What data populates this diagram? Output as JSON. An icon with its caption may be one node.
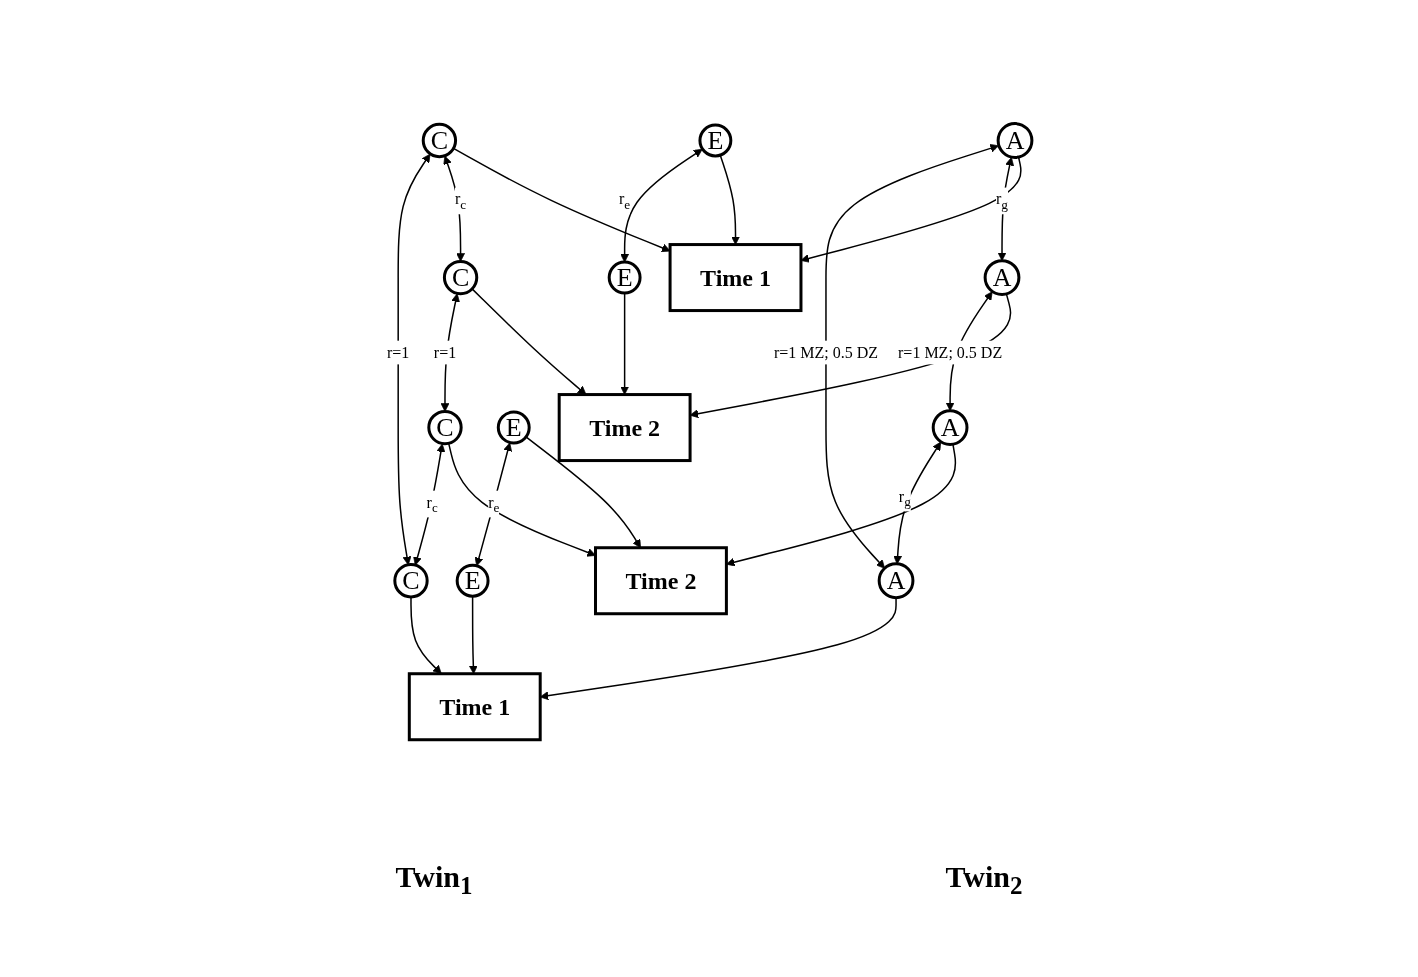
{
  "diagram": {
    "nodes": [
      {
        "text": [
          "A"
        ]
      },
      {
        "text": [
          "C"
        ]
      },
      {
        "text": [
          "E"
        ]
      },
      {
        "text": [
          "E"
        ]
      },
      {
        "text": [
          "C"
        ]
      },
      {
        "text": [
          "A"
        ]
      },
      {
        "text": [
          "A"
        ]
      },
      {
        "text": [
          "C"
        ]
      },
      {
        "text": [
          "E"
        ]
      },
      {
        "text": [
          "E"
        ]
      },
      {
        "text": [
          "C"
        ]
      },
      {
        "text": [
          "A"
        ]
      },
      {
        "text": [
          "Time 1"
        ]
      },
      {
        "text": [
          "Time 2"
        ]
      },
      {
        "text": [
          "Time 2"
        ]
      },
      {
        "text": [
          "Time 1"
        ]
      }
    ],
    "edges": [
      {
        "from": 0,
        "to": 11,
        "arrow": "both",
        "label": "r=1 MZ; 0.5 DZ"
      },
      {
        "from": 1,
        "to": 10,
        "arrow": "both",
        "label": "r=1"
      },
      {
        "from": 0,
        "to": 5,
        "arrow": "both",
        "label": "r$_{g}$"
      },
      {
        "from": 1,
        "to": 4,
        "arrow": "both",
        "label": "r$_{c}$"
      },
      {
        "from": 2,
        "to": 3,
        "arrow": "both",
        "label": "r$_{e}$"
      },
      {
        "from": 4,
        "to": 7,
        "arrow": "both",
        "label": "r=1"
      },
      {
        "from": 5,
        "to": 6,
        "arrow": "both",
        "label": "r=1 MZ; 0.5 DZ"
      },
      {
        "from": 6,
        "to": 11,
        "arrow": "both",
        "label": "r$_{g}$"
      },
      {
        "from": 7,
        "to": 10,
        "arrow": "both",
        "label": "r$_{c}$"
      },
      {
        "from": 8,
        "to": 9,
        "arrow": "both",
        "label": "r$_{e}$"
      },
      {
        "from": 0,
        "to": 12,
        "arrow": "to"
      },
      {
        "from": 1,
        "to": 12,
        "arrow": "to"
      },
      {
        "from": 2,
        "to": 12,
        "arrow": "to"
      },
      {
        "from": 3,
        "to": 13,
        "arrow": "to"
      },
      {
        "from": 4,
        "to": 13,
        "arrow": "to"
      },
      {
        "from": 5,
        "to": 13,
        "arrow": "to"
      },
      {
        "from": 6,
        "to": 14,
        "arrow": "to"
      },
      {
        "from": 7,
        "to": 14,
        "arrow": "to"
      },
      {
        "from": 8,
        "to": 14,
        "arrow": "to"
      },
      {
        "from": 9,
        "to": 15,
        "arrow": "to"
      },
      {
        "from": 10,
        "to": 15,
        "arrow": "to"
      },
      {
        "from": 11,
        "to": 15,
        "arrow": "to"
      }
    ],
    "labels": [
      "Twin$_{1}$",
      "Twin$_{2}$"
    ]
  }
}
